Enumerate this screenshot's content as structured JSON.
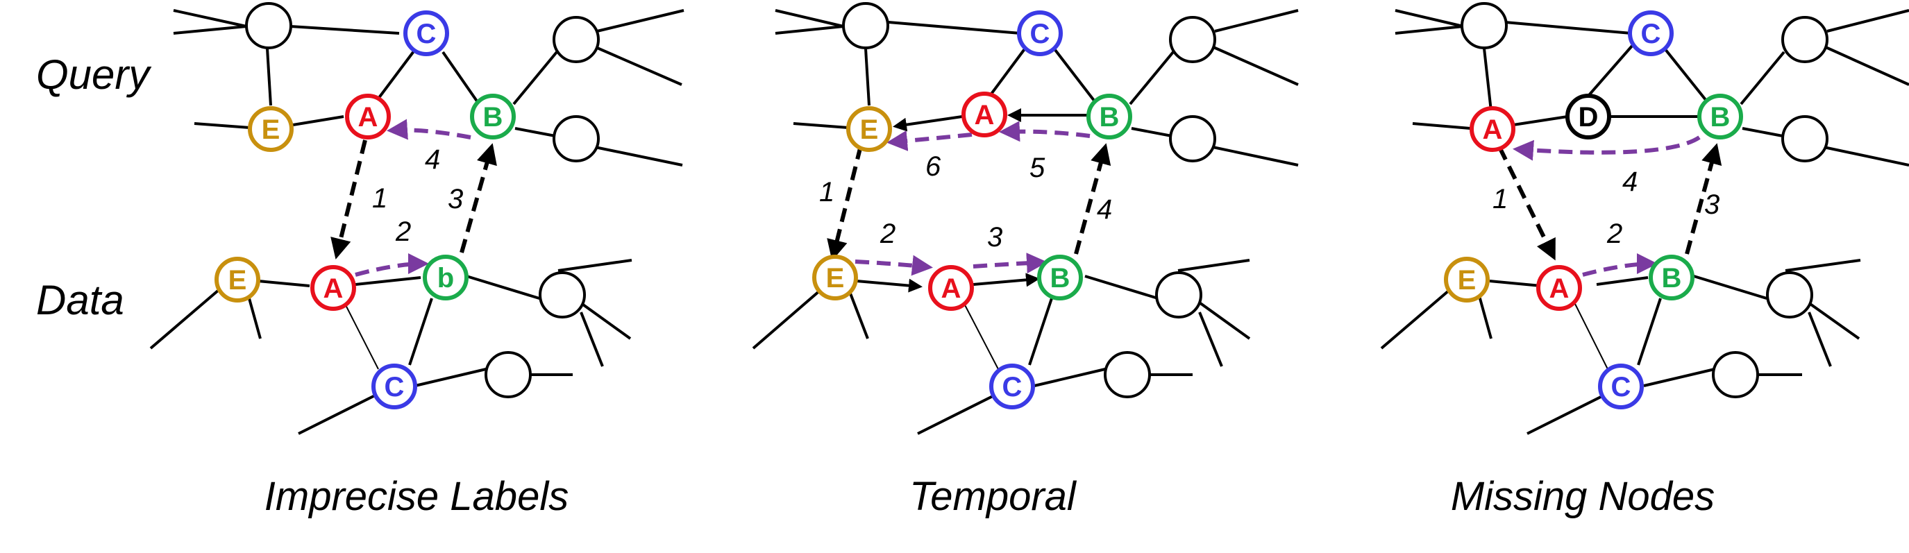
{
  "row_labels": {
    "query": "Query",
    "data": "Data"
  },
  "panels": [
    {
      "caption": "Imprecise Labels",
      "query_nodes": {
        "A": "A",
        "B": "B",
        "C": "C",
        "E": "E"
      },
      "data_nodes": {
        "A": "A",
        "B": "b",
        "C": "C",
        "E": "E"
      },
      "steps": [
        "1",
        "2",
        "3",
        "4"
      ]
    },
    {
      "caption": "Temporal",
      "query_nodes": {
        "A": "A",
        "B": "B",
        "C": "C",
        "E": "E"
      },
      "data_nodes": {
        "A": "A",
        "B": "B",
        "C": "C",
        "E": "E"
      },
      "steps": [
        "1",
        "2",
        "3",
        "4",
        "5",
        "6"
      ]
    },
    {
      "caption": "Missing Nodes",
      "query_nodes": {
        "A": "A",
        "B": "B",
        "C": "C",
        "D": "D"
      },
      "data_nodes": {
        "A": "A",
        "B": "B",
        "C": "C",
        "E": "E"
      },
      "steps": [
        "1",
        "2",
        "3",
        "4"
      ]
    }
  ],
  "colors": {
    "A": "#e8101c",
    "B": "#1aab4b",
    "C": "#3a3ae6",
    "E": "#c8900e",
    "D": "#000000",
    "dashed_match": "#000000",
    "dashed_search": "#7a3aa0",
    "edge": "#000000"
  }
}
